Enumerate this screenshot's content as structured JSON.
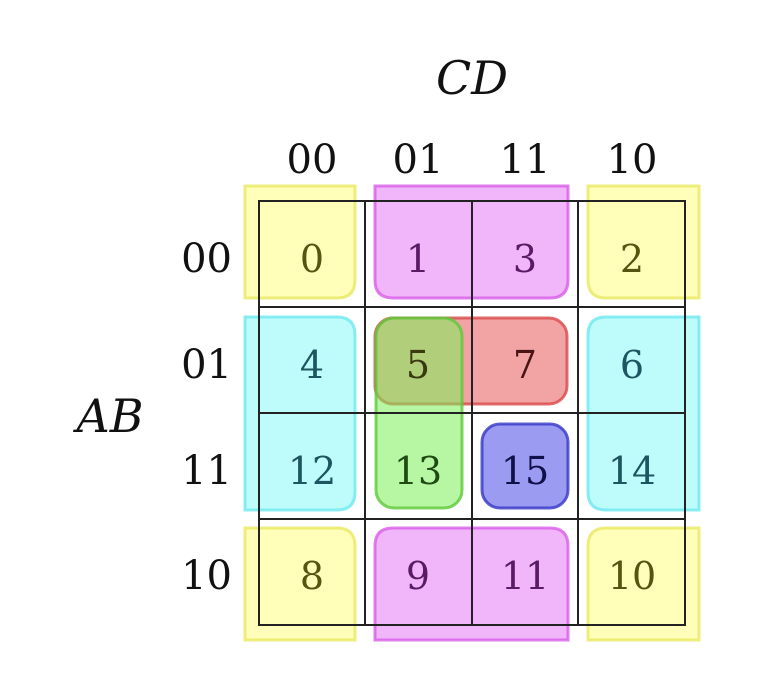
{
  "map": {
    "column_variable": "CD",
    "row_variable": "AB",
    "column_codes": [
      "00",
      "01",
      "11",
      "10"
    ],
    "row_codes": [
      "00",
      "01",
      "11",
      "10"
    ],
    "cells": [
      [
        "0",
        "1",
        "3",
        "2"
      ],
      [
        "4",
        "5",
        "7",
        "6"
      ],
      [
        "12",
        "13",
        "15",
        "14"
      ],
      [
        "8",
        "9",
        "11",
        "10"
      ]
    ]
  },
  "groups": [
    {
      "id": "corners",
      "color": "#ffff80",
      "stroke": "#e8e860",
      "cells": [
        "0",
        "2",
        "8",
        "10"
      ]
    },
    {
      "id": "top-bottom-middle",
      "color": "#e678f5",
      "stroke": "#d95ee8",
      "cells": [
        "1",
        "3",
        "9",
        "11"
      ]
    },
    {
      "id": "side-wrap",
      "color": "#88f8f8",
      "stroke": "#6ee8ee",
      "cells": [
        "4",
        "6",
        "12",
        "14"
      ]
    },
    {
      "id": "pair-5-7",
      "color": "#e85a5a",
      "stroke": "#d84848",
      "cells": [
        "5",
        "7"
      ]
    },
    {
      "id": "pair-5-13",
      "color": "#7cf05a",
      "stroke": "#5ec83a",
      "cells": [
        "5",
        "13"
      ]
    },
    {
      "id": "single-15",
      "color": "#4848e8",
      "stroke": "#3636c8",
      "cells": [
        "15"
      ]
    }
  ]
}
